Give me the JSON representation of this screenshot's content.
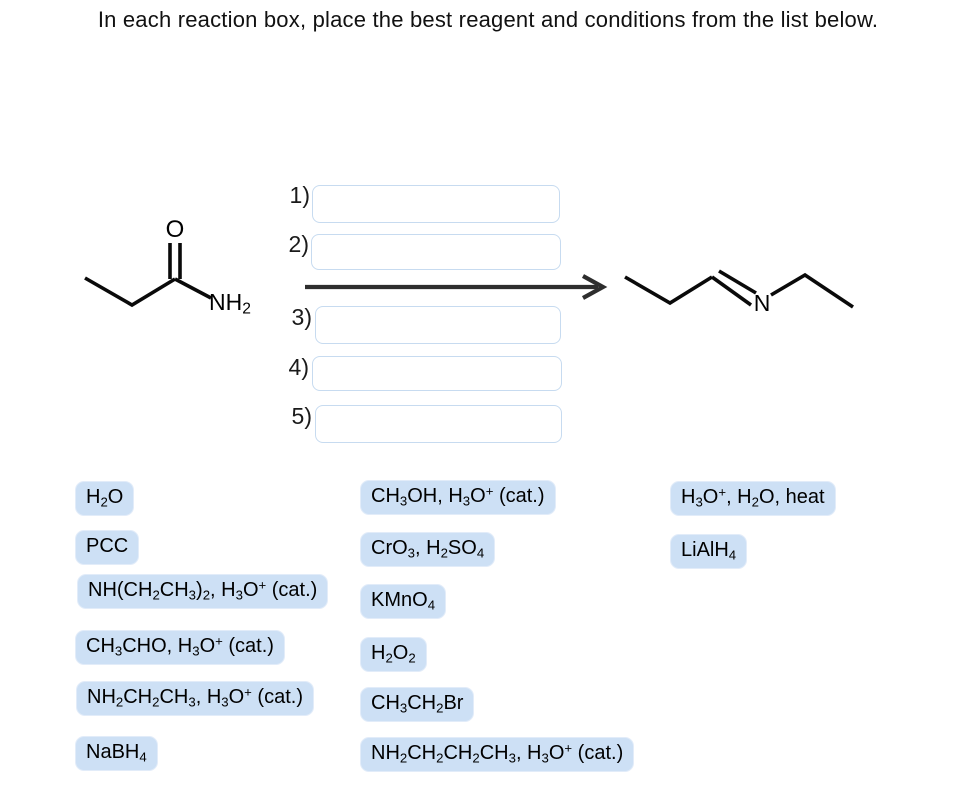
{
  "title": "In each reaction box, place the best reagent and conditions from the list below.",
  "colors": {
    "chip_fill": "#cde0f5",
    "chip_border": "#e2ecf9",
    "box_border": "#c7dbf0",
    "arrow": "#2e2e2e",
    "bond": "#0a0a0a"
  },
  "reaction": {
    "substrate": {
      "carbonyl_label": "O",
      "amide_label": "NH_2"
    },
    "product": {
      "imine_label": "N"
    },
    "steps": [
      {
        "label": "1)",
        "value": ""
      },
      {
        "label": "2)",
        "value": ""
      },
      {
        "label": "3)",
        "value": ""
      },
      {
        "label": "4)",
        "value": ""
      },
      {
        "label": "5)",
        "value": ""
      }
    ]
  },
  "reagents": {
    "left": [
      "H_2O",
      "PCC",
      "NH(CH_2CH_3)_2, H_3O^+ (cat.)",
      "CH_3CHO, H_3O^+ (cat.)",
      "NH_2CH_2CH_3, H_3O^+ (cat.)",
      "NaBH_4"
    ],
    "middle": [
      "CH_3OH, H_3O^+ (cat.)",
      "CrO_3, H_2SO_4",
      "KMnO_4",
      "H_2O_2",
      "CH_3CH_2Br",
      "NH_2CH_2CH_2CH_3, H_3O^+ (cat.)"
    ],
    "right": [
      "H_3O^+, H_2O, heat",
      "LiAlH_4"
    ]
  }
}
